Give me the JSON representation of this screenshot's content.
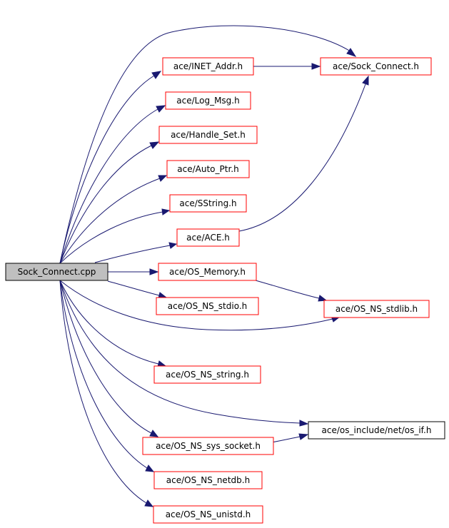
{
  "colors": {
    "edge": "#191970",
    "root_fill": "#bfbfbf",
    "root_border": "#000000",
    "missing_border": "#ff0000",
    "plain_border": "#000000",
    "node_fill": "#ffffff"
  },
  "nodes": {
    "root": {
      "label": "Sock_Connect.cpp"
    },
    "inet_addr": {
      "label": "ace/INET_Addr.h"
    },
    "sock_connect_h": {
      "label": "ace/Sock_Connect.h"
    },
    "log_msg": {
      "label": "ace/Log_Msg.h"
    },
    "handle_set": {
      "label": "ace/Handle_Set.h"
    },
    "auto_ptr": {
      "label": "ace/Auto_Ptr.h"
    },
    "sstring": {
      "label": "ace/SString.h"
    },
    "ace_h": {
      "label": "ace/ACE.h"
    },
    "os_memory": {
      "label": "ace/OS_Memory.h"
    },
    "os_ns_stdio": {
      "label": "ace/OS_NS_stdio.h"
    },
    "os_ns_stdlib": {
      "label": "ace/OS_NS_stdlib.h"
    },
    "os_ns_string": {
      "label": "ace/OS_NS_string.h"
    },
    "os_if": {
      "label": "ace/os_include/net/os_if.h"
    },
    "os_ns_sys_socket": {
      "label": "ace/OS_NS_sys_socket.h"
    },
    "os_ns_netdb": {
      "label": "ace/OS_NS_netdb.h"
    },
    "os_ns_unistd": {
      "label": "ace/OS_NS_unistd.h"
    }
  }
}
